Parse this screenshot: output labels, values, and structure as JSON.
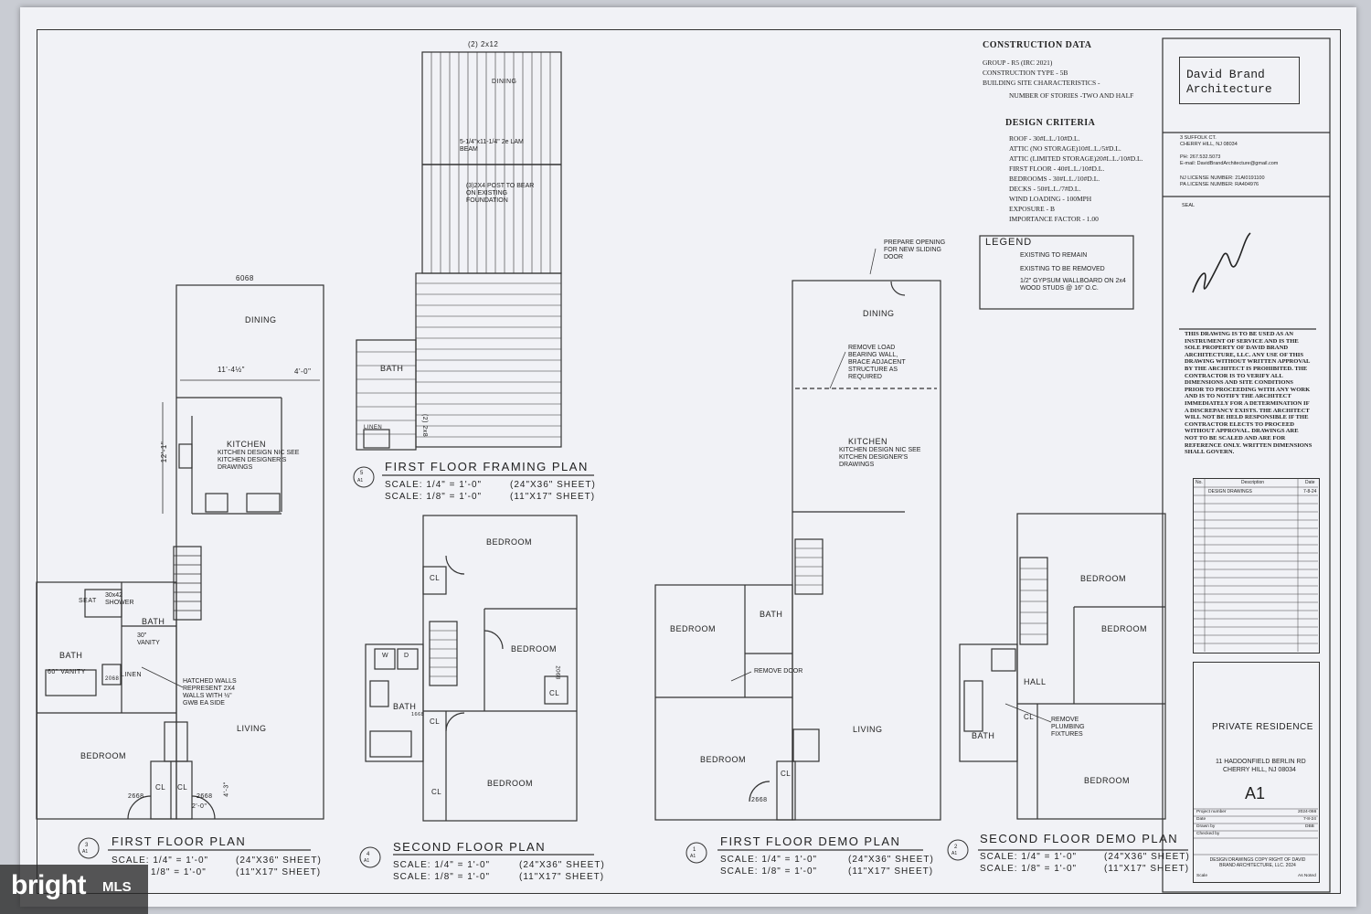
{
  "construction_data": {
    "heading": "CONSTRUCTION DATA",
    "lines": [
      "GROUP - R5 (IRC 2021)",
      "CONSTRUCTION TYPE - 5B",
      "BUILDING SITE CHARACTERISTICS -",
      "NUMBER OF STORIES -TWO AND HALF"
    ]
  },
  "design_criteria": {
    "heading": "DESIGN CRITERIA",
    "lines": [
      "ROOF - 30#L.L./10#D.L.",
      "ATTIC (NO STORAGE)10#L.L./5#D.L.",
      "ATTIC (LIMITED STORAGE)20#L.L./10#D.L.",
      "FIRST FLOOR - 40#L.L./10#D.L.",
      "BEDROOMS - 30#L.L./10#D.L.",
      "DECKS - 50#L.L./7#D.L.",
      "WIND LOADING - 100MPH",
      "EXPOSURE - B",
      "IMPORTANCE FACTOR - 1.00"
    ]
  },
  "legend": {
    "heading": "LEGEND",
    "items": [
      "EXISTING TO REMAIN",
      "EXISTING TO BE REMOVED",
      "1/2\" GYPSUM WALLBOARD ON 2x4 WOOD STUDS @ 16\" O.C."
    ]
  },
  "title_block": {
    "firm_line1": "David Brand",
    "firm_line2": "Architecture",
    "address": [
      "3 SUFFOLK CT.",
      "CHERRY HILL, NJ 08034"
    ],
    "phone": "PH: 267.532.5073",
    "email": "E-mail: DavidBrandArchitecture@gmail.com",
    "nj_license": "NJ LICENSE NUMBER: 21AI0191100",
    "pa_license": "PA LICENSE NUMBER: RA404976",
    "seal_label": "SEAL",
    "disclaimer": "THIS DRAWING IS TO BE USED AS AN INSTRUMENT OF SERVICE AND IS THE SOLE PROPERTY OF DAVID BRAND ARCHITECTURE, LLC. ANY USE OF THIS DRAWING WITHOUT WRITTEN APPROVAL BY THE ARCHITECT IS PROHIBITED. THE CONTRACTOR IS TO VERIFY ALL DIMENSIONS AND SITE CONDITIONS PRIOR TO PROCEEDING WITH ANY WORK AND IS TO NOTIFY THE ARCHITECT IMMEDIATELY FOR A DETERMINATION IF A DISCREPANCY EXISTS. THE ARCHITECT WILL NOT BE HELD RESPONSIBLE IF THE CONTRACTOR ELECTS TO PROCEED WITHOUT APPROVAL. DRAWINGS ARE NOT TO BE SCALED AND ARE FOR REFERENCE ONLY. WRITTEN DIMENSIONS SHALL GOVERN.",
    "rev_headers": [
      "No.",
      "Description",
      "Date"
    ],
    "rev_row": [
      "",
      "DESIGN DRAWINGS",
      "7-8-24"
    ],
    "project_name": "PRIVATE RESIDENCE",
    "project_address1": "11 HADDONFIELD BERLIN RD",
    "project_address2": "CHERRY HILL, NJ 08034",
    "sheet_number": "A1",
    "info_rows": [
      [
        "Project number",
        "2024-066"
      ],
      [
        "Date",
        "7-8-24"
      ],
      [
        "Drawn by",
        "DBB"
      ],
      [
        "Checked by",
        ""
      ]
    ],
    "copyright": "DESIGN DRAWINGS COPY RIGHT OF DAVID BRAND ARCHITECTURE, LLC. 2024",
    "scale_label": "Scale",
    "scale_value": "As Noted"
  },
  "drawings": {
    "first_floor": {
      "title": "FIRST FLOOR PLAN",
      "num": "3",
      "sheet": "A1",
      "scale1": "SCALE: 1/4\" = 1'-0\"",
      "sheet1": "(24\"X36\" SHEET)",
      "scale2": "1/8\" = 1'-0\"",
      "sheet2": "(11\"X17\" SHEET)"
    },
    "second_floor": {
      "title": "SECOND FLOOR PLAN",
      "num": "4",
      "sheet": "A1",
      "scale1": "SCALE: 1/4\" = 1'-0\"",
      "sheet1": "(24\"X36\" SHEET)",
      "scale2": "SCALE: 1/8\" = 1'-0\"",
      "sheet2": "(11\"X17\" SHEET)"
    },
    "first_floor_demo": {
      "title": "FIRST FLOOR DEMO PLAN",
      "num": "1",
      "sheet": "A1",
      "scale1": "SCALE: 1/4\" = 1'-0\"",
      "sheet1": "(24\"X36\" SHEET)",
      "scale2": "SCALE: 1/8\" = 1'-0\"",
      "sheet2": "(11\"X17\" SHEET)"
    },
    "second_floor_demo": {
      "title": "SECOND FLOOR DEMO PLAN",
      "num": "2",
      "sheet": "A1",
      "scale1": "SCALE: 1/4\" = 1'-0\"",
      "sheet1": "(24\"X36\" SHEET)",
      "scale2": "SCALE: 1/8\" = 1'-0\"",
      "sheet2": "(11\"X17\" SHEET)"
    },
    "framing": {
      "title": "FIRST FLOOR FRAMING PLAN",
      "num": "5",
      "sheet": "A1",
      "scale1": "SCALE: 1/4\" = 1'-0\"",
      "sheet1": "(24\"X36\" SHEET)",
      "scale2": "SCALE: 1/8\" = 1'-0\"",
      "sheet2": "(11\"X17\" SHEET)"
    }
  },
  "labels": {
    "dining": "DINING",
    "kitchen": "KITCHEN",
    "kitchen_note": "KITCHEN DESIGN NIC SEE KITCHEN DESIGNER'S DRAWINGS",
    "bath": "BATH",
    "bedroom": "BEDROOM",
    "living": "LIVING",
    "hall": "HALL",
    "cl": "CL",
    "linen": "LINEN",
    "vanity30": "30\" VANITY",
    "vanity60": "60\" VANITY",
    "shower": "30x42 SHOWER",
    "seat": "SEAT",
    "door6068": "6068",
    "door2668": "2668",
    "door2068": "2068",
    "door1668": "1668",
    "dim_11_4": "11'-4½\"",
    "dim_4_0": "4'-0\"",
    "dim_12_1": "12'-1\"",
    "dim_2_0": "2'-0\"",
    "dim_4_3": "4'-3\"",
    "hatched_note": "HATCHED WALLS REPRESENT 2X4 WALLS WITH ½\" GWB EA SIDE",
    "joist_top": "(2) 2x12",
    "lam_beam": "5-1/4\"x11-1/4\" 2e LAM BEAM",
    "post_note": "(3)2X4 POST TO BEAR ON EXISTING FOUNDATION",
    "framing_2x8": "(2) 2x8",
    "framing_dining": "DINING",
    "prepare_opening": "PREPARE OPENING FOR NEW SLIDING DOOR",
    "remove_wall": "REMOVE LOAD BEARING WALL, BRACE ADJACENT STRUCTURE AS REQUIRED",
    "remove_door": "REMOVE DOOR",
    "remove_fixtures": "REMOVE PLUMBING FIXTURES",
    "w": "W",
    "d": "D"
  },
  "watermark": {
    "brand": "bright",
    "mls": "MLS"
  }
}
